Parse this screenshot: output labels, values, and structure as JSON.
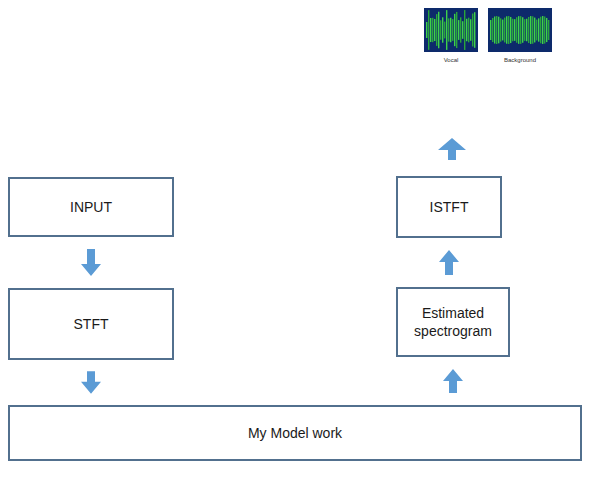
{
  "diagram": {
    "nodes": [
      {
        "text": [
          "INPUT"
        ]
      },
      {
        "text": [
          "STFT"
        ]
      },
      {
        "text": [
          "My Model work"
        ]
      },
      {
        "text": [
          "Estimated spectrogram"
        ]
      },
      {
        "text": [
          "ISTFT"
        ]
      }
    ],
    "edges": [
      {
        "from": 0,
        "to": 1,
        "arrow": "to"
      },
      {
        "from": 1,
        "to": 2,
        "arrow": "to"
      },
      {
        "from": 2,
        "to": 3,
        "arrow": "to"
      },
      {
        "from": 3,
        "to": 4,
        "arrow": "to"
      }
    ],
    "labels": [
      "Vocal",
      "Background"
    ]
  }
}
